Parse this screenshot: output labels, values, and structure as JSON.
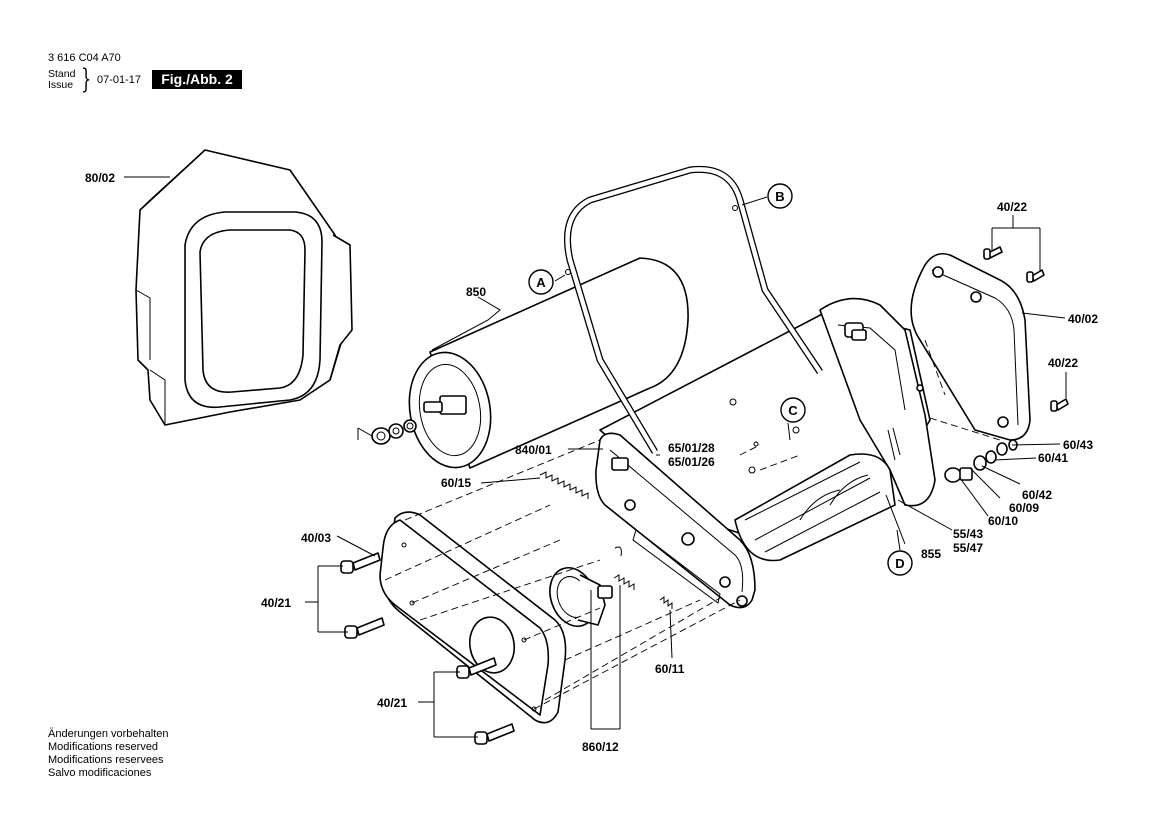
{
  "header": {
    "doc_number": "3 616 C04 A70",
    "stand_label": "Stand",
    "issue_label": "Issue",
    "brace": "}",
    "date": "07-01-17",
    "figure_label": "Fig./Abb. 2"
  },
  "notes": [
    "Änderungen vorbehalten",
    "Modifications reserved",
    "Modifications reservees",
    "Salvo modificaciones"
  ],
  "part_labels": {
    "grass_box": "80/02",
    "roller": "850",
    "handle_bracket": "840/01",
    "pos_65_01_28": "65/01/28",
    "pos_65_01_26": "65/01/26",
    "spring_60_15": "60/15",
    "screw_40_03": "40/03",
    "screw_40_21_a": "40/21",
    "screw_40_21_b": "40/21",
    "wheel_860_12": "860/12",
    "spring_60_11": "60/11",
    "cutting_cylinder": "855",
    "pos_55_43": "55/43",
    "pos_55_47": "55/47",
    "pos_60_10": "60/10",
    "pos_60_09": "60/09",
    "pos_60_42": "60/42",
    "pos_60_41": "60/41",
    "pos_60_43": "60/43",
    "screw_40_22_a": "40/22",
    "screw_40_22_b": "40/22",
    "cover_40_02": "40/02"
  },
  "callouts": {
    "a": "A",
    "b": "B",
    "c": "C",
    "d": "D"
  }
}
